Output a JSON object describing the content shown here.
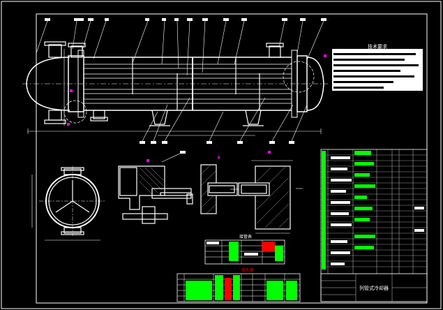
{
  "drawing": {
    "notes_heading": "技术要求",
    "nozzle_table_heading": "接管表",
    "opening_table_heading": "开孔表",
    "title_block_name": "列管式冷却器",
    "colors": {
      "background": "#000000",
      "outline": "#ffffff",
      "highlight": "#00ff00",
      "accent": "#ff0000",
      "marker": "#ff00ff",
      "section": "#aaaaaa"
    }
  }
}
